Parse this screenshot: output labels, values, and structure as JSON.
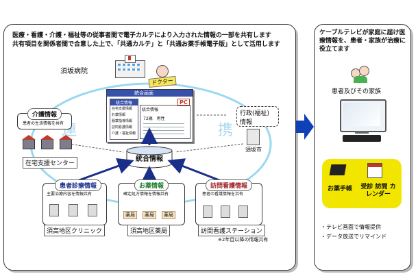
{
  "header": {
    "line1": "医療・看護・介護・福祉等の従事者間で電子カルテにより入力された情報の一部を共有します",
    "line2": "共有項目を関係者間で合意した上で、「共通カルテ」と「共通お薬手帳電子版」として活用します"
  },
  "hospital": {
    "name": "須坂病院",
    "doctor_tag": "ドクター",
    "window_title": "統合画面",
    "pc_label": "PC",
    "menu_title": "統合情報",
    "menu_items": [
      "在宅支援情報",
      "お薬情報",
      "服薬指導情報",
      "訪問看護情報",
      "介護・福祉情報"
    ],
    "sub_title": "統合情報",
    "patient_text": "72歳　男性"
  },
  "watermark": {
    "left": "連",
    "right": "携"
  },
  "nodes": {
    "integrated": "統合情報",
    "care": {
      "title": "介護情報",
      "desc": "患者の生活情報を共有",
      "place": "在宅支援センター"
    },
    "welfare": {
      "title": "行政(福祉)情報",
      "place": "須坂市"
    },
    "clinic": {
      "title": "患者診療情報",
      "desc": "主要治療内容を情報共有",
      "place": "須高地区クリニック"
    },
    "pharmacy": {
      "title": "お薬情報",
      "desc": "確定処方情報を情報共有",
      "place": "須高地区薬局",
      "badge": "薬局"
    },
    "visiting": {
      "title": "訪問看護情報",
      "desc": "患者の看護情報を共有",
      "place": "訪問看護ステーション"
    }
  },
  "footnote": "※2年目以降の情報共有",
  "right_panel": {
    "heading": "ケーブルテレビが家庭に届け医療情報を、患者・家族が治療に役立てます",
    "family_label": "患者及びその家族",
    "notebook_label": "お薬手帳",
    "calendar_label": "受診 訪問 カレンダー",
    "bullets": [
      "・テレビ画面で情報提供",
      "・データ放送でリマインド"
    ]
  },
  "colors": {
    "arrow_blue": "#1040b8",
    "ring": "#9bd8f0",
    "accent_red": "#c0392b",
    "notebook_yellow": "#f2e600"
  }
}
